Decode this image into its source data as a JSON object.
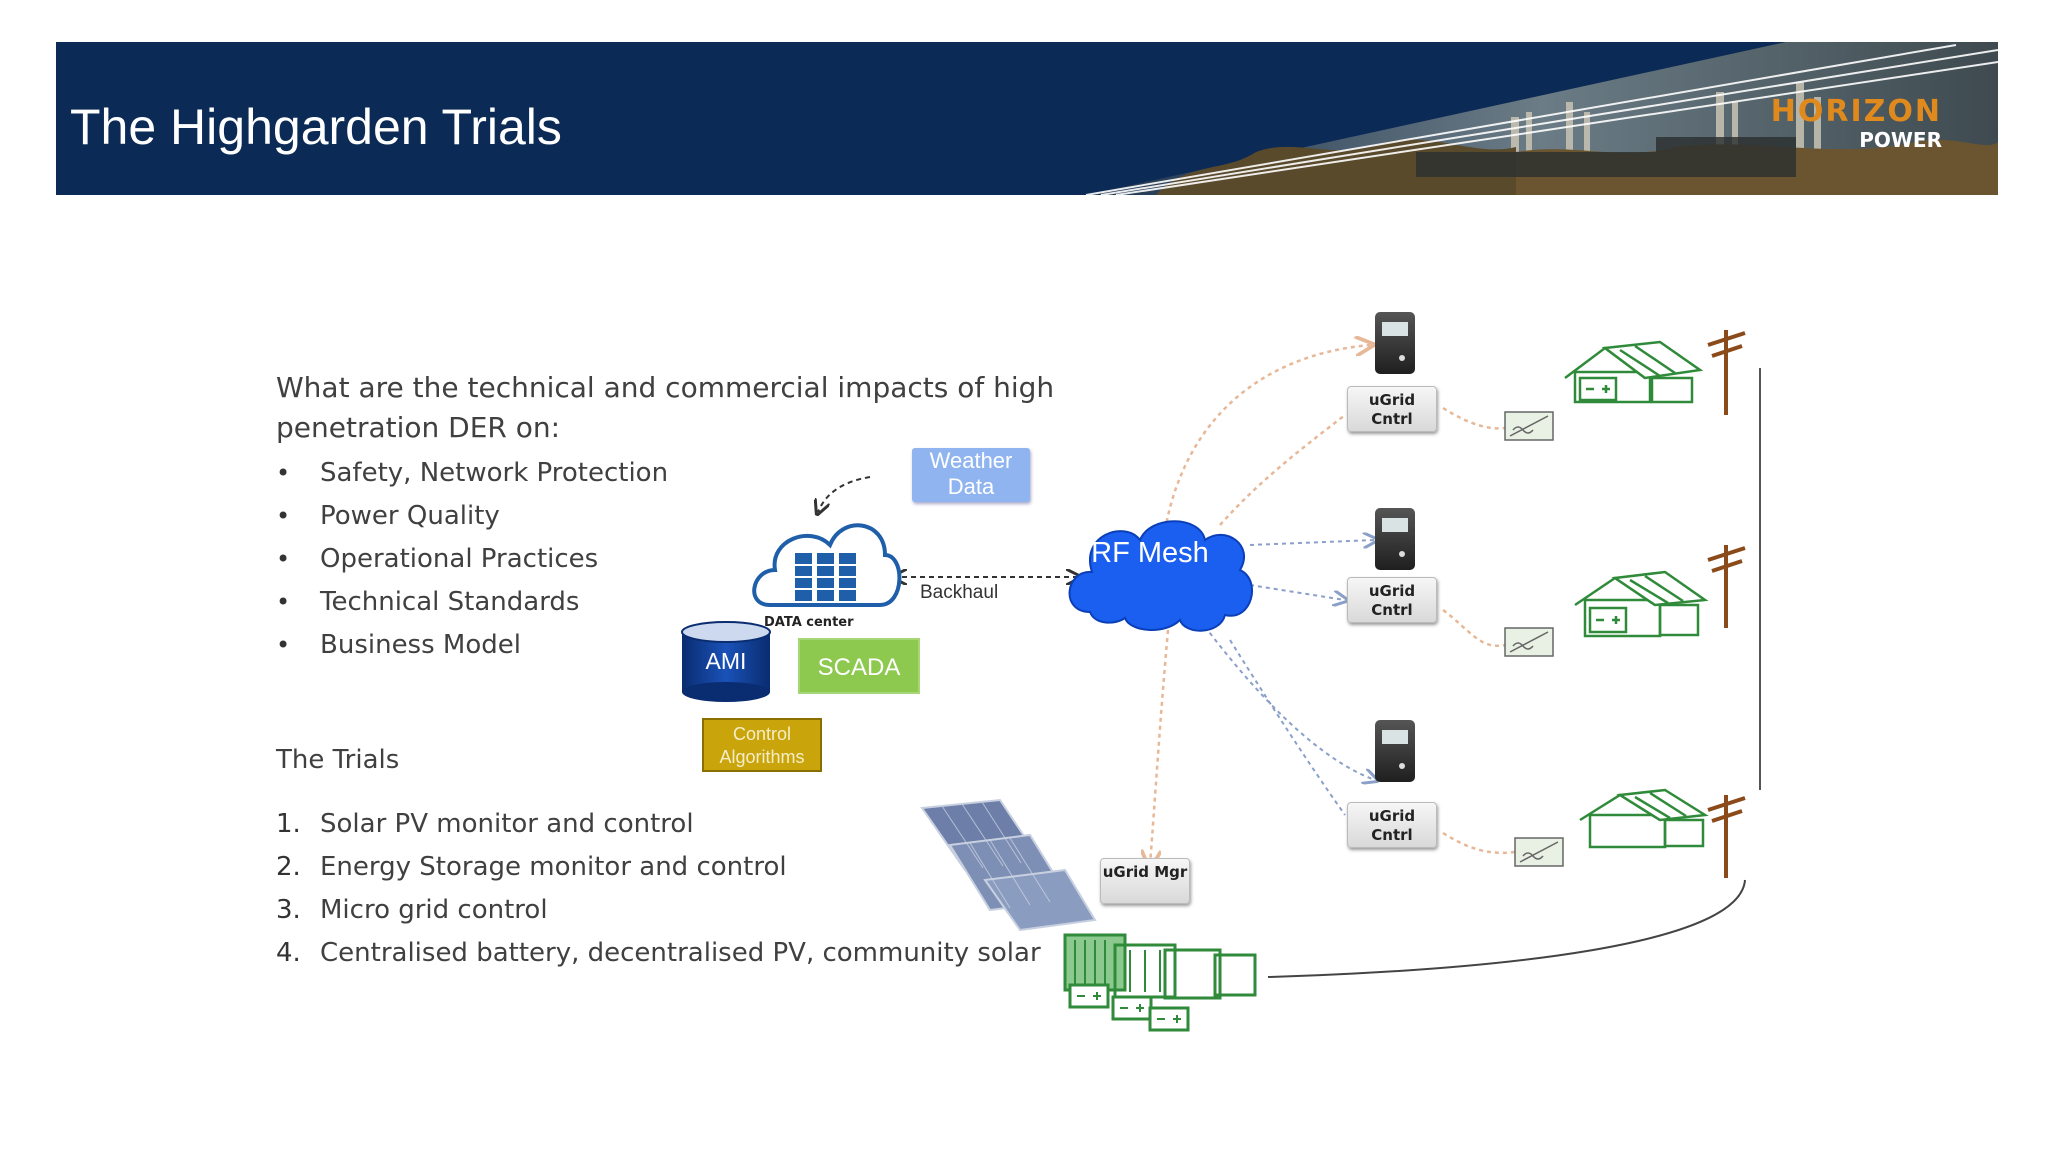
{
  "header": {
    "title": "The Highgarden Trials",
    "logo_main": "HORIZON",
    "logo_sub": "POWER"
  },
  "content": {
    "question": "What are the technical and commercial impacts of high penetration DER on:",
    "impacts": [
      "Safety, Network Protection",
      "Power Quality",
      "Operational Practices",
      "Technical Standards",
      "Business Model"
    ],
    "trials_heading": "The Trials",
    "trials": [
      {
        "num": "1.",
        "text": "Solar PV monitor and control"
      },
      {
        "num": "2.",
        "text": "Energy Storage monitor and control"
      },
      {
        "num": "3.",
        "text": "Micro grid control"
      },
      {
        "num": "4.",
        "text": "Centralised battery, decentralised PV, community solar"
      }
    ]
  },
  "diagram": {
    "weather": "Weather Data",
    "data_center": "DATA center",
    "backhaul": "Backhaul",
    "ami": "AMI",
    "scada": "SCADA",
    "control": "Control Algorithms",
    "rf_mesh": "RF Mesh",
    "ugrid_cntrl": [
      "uGrid Cntrl",
      "uGrid Cntrl",
      "uGrid Cntrl"
    ],
    "ugrid_mgr": "uGrid Mgr"
  },
  "colors": {
    "header_bg": "#0b2a55",
    "logo_orange": "#e08a1e",
    "scada_green": "#8cc94e",
    "control_gold": "#c9a40b",
    "mesh_blue": "#1a5ff0",
    "weather_blue": "#8fb4f0",
    "ami_navy": "#0e3a8c",
    "house_green": "#2f8a3a"
  }
}
